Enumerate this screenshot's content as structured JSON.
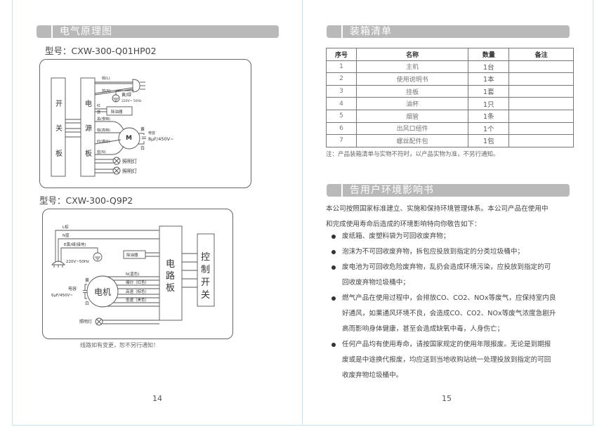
{
  "left_page": {
    "section_title": "电气原理图",
    "diagram1": {
      "model_label": "型号：CXW-300-Q01HP02",
      "switch_board": [
        "开",
        "关",
        "板"
      ],
      "power_board": [
        "电",
        "源",
        "板"
      ],
      "wires": {
        "brown_l": "棕(L)",
        "blue_n": "蓝(N)",
        "ground": "黄/绿",
        "supply": "220V~ 50Hz",
        "red": "红",
        "blue": "蓝",
        "black_slow": "黑(慢档)",
        "brown_high": "棕(高档)",
        "red_boost": "红(爆炒)",
        "blue_n2": "蓝(N)"
      },
      "oil_remover": "除油器",
      "motor_label": "M",
      "cap_yellow": "黄",
      "cap_white": "白",
      "capacitor_label": "电容",
      "capacitor_value": "8μF/450V~",
      "lamps": [
        "照明灯",
        "照明灯"
      ]
    },
    "diagram2": {
      "model_label": "型号：CXW-300-Q9P2",
      "wires": {
        "l": "L棕",
        "n": "N蓝",
        "e": "E黄/绿(接地)",
        "supply": "220V~50Hz",
        "n_blue": "N(蓝色)",
        "boost": "爆炒（红色）",
        "high": "高速（棕色）",
        "low": "低速（黑色）"
      },
      "oil_remover": "除油器",
      "motor_label": "电机",
      "cap_yellow": "黄",
      "cap_white": "白",
      "capacitor_label": "电容",
      "capacitor_value": "6μF/450V~",
      "circuit_board": [
        "电",
        "路",
        "板"
      ],
      "control_switch": [
        "控",
        "制",
        "开",
        "关"
      ],
      "lamp": "照明灯"
    },
    "change_note": "线路如有变更，恕不另行通知！",
    "page_number": "14"
  },
  "right_page": {
    "packing": {
      "section_title": "装箱清单",
      "columns": [
        "序号",
        "名称",
        "数量",
        "备注"
      ],
      "rows": [
        {
          "no": "1",
          "name": "主机",
          "qty": "1台",
          "remark": ""
        },
        {
          "no": "2",
          "name": "使用说明书",
          "qty": "1本",
          "remark": ""
        },
        {
          "no": "3",
          "name": "挂板",
          "qty": "1套",
          "remark": ""
        },
        {
          "no": "4",
          "name": "油杯",
          "qty": "1只",
          "remark": ""
        },
        {
          "no": "5",
          "name": "烟管",
          "qty": "1条",
          "remark": ""
        },
        {
          "no": "6",
          "name": "出风口组件",
          "qty": "1个",
          "remark": ""
        },
        {
          "no": "7",
          "name": "螺丝配件包",
          "qty": "1包",
          "remark": ""
        }
      ],
      "note": "注：产品装箱清单与实物不符时，以产品实物为准，不另行通知。"
    },
    "environment": {
      "section_title": "告用户环境影响书",
      "intro_line1": "本公司按照国家标准建立、实施和保持环境管理体系。本公司产品在使用中",
      "intro_line2": "和完成使用寿命后造成的环境影响特向你敬告如下：",
      "bullets": [
        [
          "废纸箱、废塑料袋为可回收废弃物；"
        ],
        [
          "泡沫为不可回收废弃物，拆包应投放到指定的分类垃圾桶中；"
        ],
        [
          "废电池为可回收危险废弃物，乱扔会造成环境污染，应投放到指定的可",
          "回收废弃物垃圾桶中；"
        ],
        [
          "燃气产品在使用过程中，会排放CO、CO2、NOx等废气，应保持室内良",
          "好通风，如果通风环境不良，会造成CO、CO2、NOx等废气浓度急剧升",
          "高而影响身体健康，甚至会造成缺氧中毒，人身伤亡；"
        ],
        [
          "任何产品均有使用寿命，请按国家规定的使用年限报废。无论是到期报",
          "废或是中途换代报废，均应送到当地收购站统一处理投放到指定的可回",
          "收废弃物垃圾桶中。"
        ]
      ]
    },
    "page_number": "15"
  }
}
